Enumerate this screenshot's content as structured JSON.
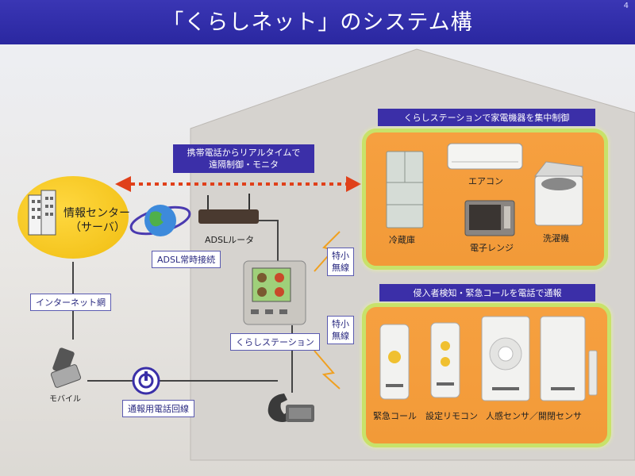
{
  "title": "「くらしネット」のシステム構",
  "page_number": "4",
  "labels": {
    "info_center": "情報センター",
    "info_center_sub": "（サーバ）",
    "internet": "インターネット網",
    "mobile": "モバイル",
    "emergency_line": "通報用電話回線",
    "adsl_router": "ADSLルータ",
    "adsl_connection": "ADSL常時接続",
    "remote_control": "携帯電話からリアルタイムで",
    "remote_control_2": "遠隔制御・モニタ",
    "kurashi_station": "くらしステーション",
    "tokusho_1": "特小",
    "tokusho_1b": "無線",
    "tokusho_2": "特小",
    "tokusho_2b": "無線"
  },
  "appliance_panel": {
    "heading": "くらしステーションで家電機器を集中制御",
    "items": [
      "冷蔵庫",
      "エアコン",
      "電子レンジ",
      "洗濯機"
    ]
  },
  "security_panel": {
    "heading": "侵入者検知・緊急コールを電話で通報",
    "items": [
      "緊急コール",
      "設定リモコン",
      "人感センサ／開閉センサ"
    ]
  },
  "colors": {
    "title_bar": "#2a27a0",
    "panel_fill": "#f29a38",
    "panel_border": "#c8e26a",
    "center_fill": "#f0bd10",
    "arrow": "#e0401a"
  }
}
